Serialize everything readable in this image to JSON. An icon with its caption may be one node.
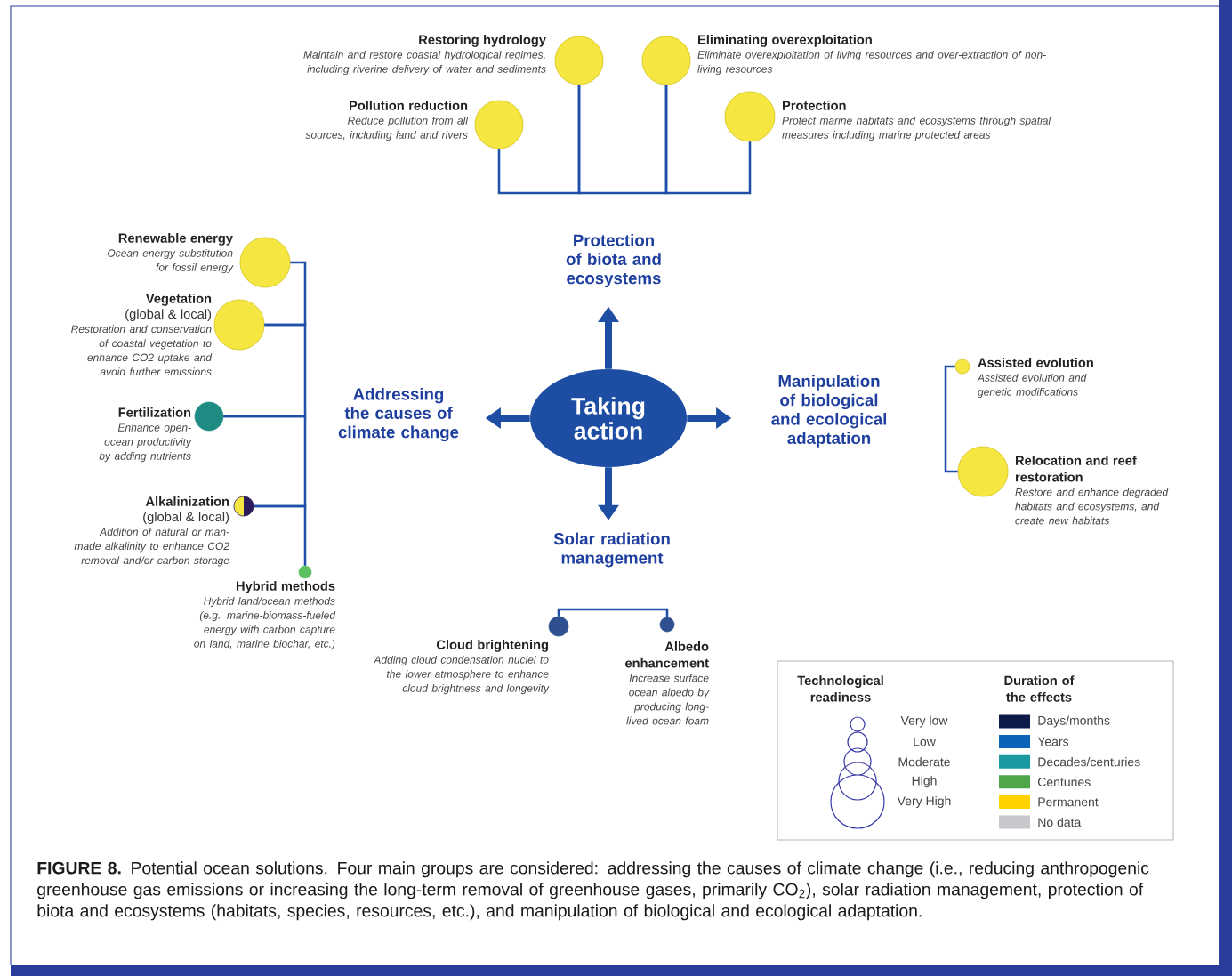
{
  "diagram": {
    "caption": "**FIGURE 8.** Potential ocean solutions. Four main groups are considered: addressing the causes of climate change (i.e., reducing anthropogenic greenhouse gas emissions or increasing the long-term removal of greenhouse gases, primarily CO$_{2}$), solar radiation management, protection of biota and ecosystems (habitats, species, resources, etc.), and manipulation of biological and ecological adaptation.",
    "nodes": [
      {
        "text": [
          "Restoring hydrology",
          "Maintain and restore coastal hydrological regimes, including riverine delivery of water and sediments"
        ]
      },
      {
        "text": [
          "Eliminating overexploitation",
          "Eliminate overexploitation of living resources and over-extraction of non-living resources"
        ]
      },
      {
        "text": [
          "Pollution reduction",
          "Reduce pollution from all sources, including land and rivers"
        ]
      },
      {
        "text": [
          "Protection",
          "Protect marine habitats and ecosystems through spatial measures including marine protected areas"
        ]
      },
      {
        "text": [
          "Protection of biota and ecosystems"
        ]
      },
      {
        "text": [
          "Renewable energy",
          "Ocean energy substitution for fossil energy"
        ]
      },
      {
        "text": [
          "Vegetation",
          "(global & local)",
          "Restoration and conservation of coastal vegetation to enhance CO2 uptake and avoid further emissions"
        ]
      },
      {
        "text": [
          "Addressing the causes of climate change"
        ]
      },
      {
        "text": [
          "Taking action"
        ]
      },
      {
        "text": [
          "Manipulation of biological and ecological adaptation"
        ]
      },
      {
        "text": [
          "Assisted evolution",
          "Assisted evolution and genetic modifications"
        ]
      },
      {
        "text": [
          "Fertilization",
          "Enhance open-ocean productivity by adding nutrients"
        ]
      },
      {
        "text": [
          "Relocation and reef restoration",
          "Restore and enhance degraded habitats and ecosystems, and create new habitats"
        ]
      },
      {
        "text": [
          "Alkalinization",
          "(global & local)",
          "Addition of natural or man-made alkalinity to enhance CO2 removal and/or carbon storage"
        ]
      },
      {
        "text": [
          "Solar radiation management"
        ]
      },
      {
        "text": [
          "Hybrid methods",
          "Hybrid land/ocean methods (e.g. marine-biomass-fueled energy with carbon capture on land, marine biochar, etc.)"
        ]
      },
      {
        "text": [
          "Cloud brightening",
          "Adding cloud condensation nuclei to the lower atmosphere to enhance cloud brightness and longevity"
        ]
      },
      {
        "text": [
          "Albedo enhancement",
          "Increase surface ocean albedo by producing long-lived ocean foam"
        ]
      }
    ],
    "edges": [
      {
        "from": 2,
        "to": 0,
        "arrow": "none"
      },
      {
        "from": 0,
        "to": 1,
        "arrow": "none"
      },
      {
        "from": 1,
        "to": 3,
        "arrow": "none"
      },
      {
        "from": 5,
        "to": 6,
        "arrow": "none"
      },
      {
        "from": 6,
        "to": 11,
        "arrow": "none"
      },
      {
        "from": 11,
        "to": 13,
        "arrow": "none"
      },
      {
        "from": 13,
        "to": 15,
        "arrow": "none"
      },
      {
        "from": 10,
        "to": 12,
        "arrow": "none"
      },
      {
        "from": 16,
        "to": 17,
        "arrow": "none"
      },
      {
        "from": 8,
        "to": 4,
        "arrow": "to",
        "style": "thick"
      },
      {
        "from": 8,
        "to": 7,
        "arrow": "to",
        "style": "thick"
      },
      {
        "from": 8,
        "to": 9,
        "arrow": "to",
        "style": "thick"
      },
      {
        "from": 8,
        "to": 14,
        "arrow": "to",
        "style": "thick"
      }
    ],
    "labels": [
      "Technological readiness",
      "Duration of the effects"
    ],
    "legend": [
      {
        "text": "Very low"
      },
      {
        "text": "Low"
      },
      {
        "text": "Moderate"
      },
      {
        "text": "High"
      },
      {
        "text": "Very High"
      },
      {
        "text": "Days/months",
        "color": "#0d1a4a"
      },
      {
        "text": "Years",
        "color": "#0a64b8"
      },
      {
        "text": "Decades/centuries",
        "color": "#1a9aa0"
      },
      {
        "text": "Centuries",
        "color": "#4ea64a"
      },
      {
        "text": "Permanent",
        "color": "#ffd200"
      },
      {
        "text": "No data",
        "color": "#c8c8cc"
      }
    ]
  }
}
